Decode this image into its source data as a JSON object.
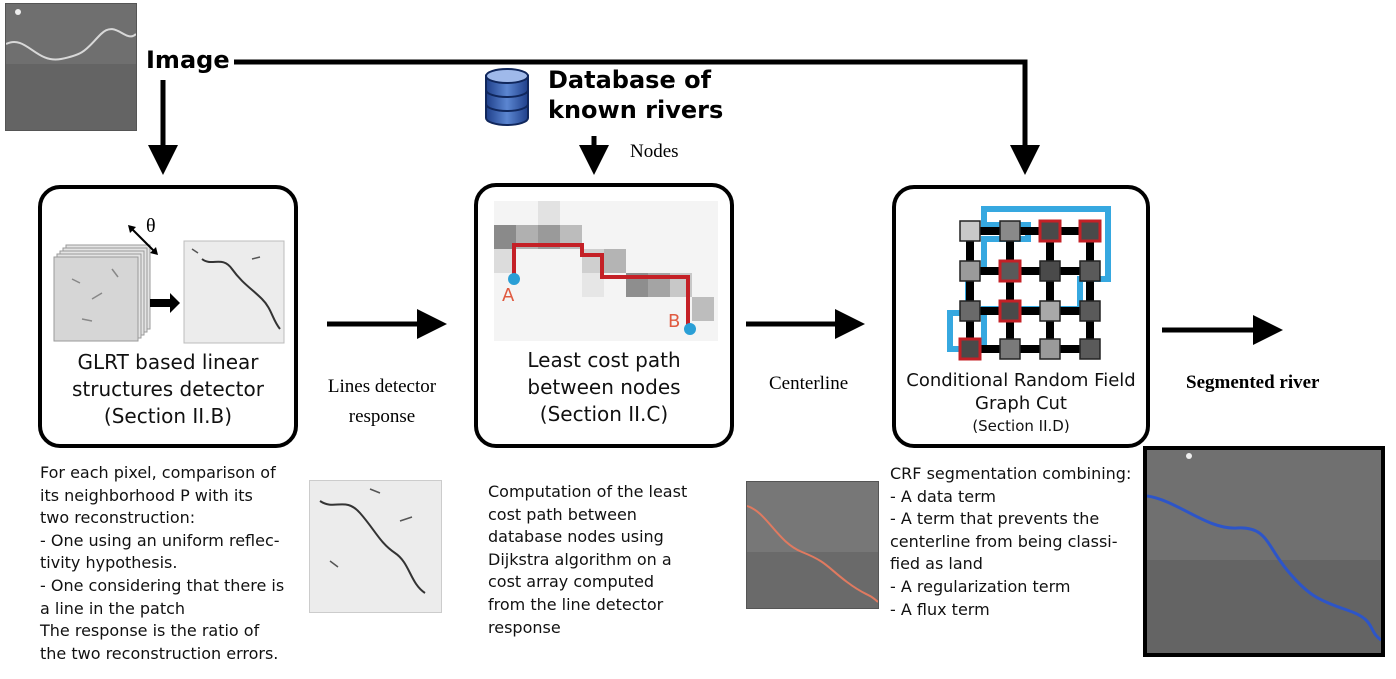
{
  "labels": {
    "image": "Image",
    "database_line1": "Database of",
    "database_line2": "known rivers",
    "nodes": "Nodes",
    "theta": "θ",
    "lines_detector_line1": "Lines detector",
    "lines_detector_line2": "response",
    "centerline": "Centerline",
    "segmented_river": "Segmented river",
    "point_a": "A",
    "point_b": "B"
  },
  "boxes": [
    {
      "title_lines": [
        "GLRT based linear",
        "structures detector",
        "(Section II.B)"
      ]
    },
    {
      "title_lines": [
        "Least cost path",
        "between nodes",
        "(Section II.C)"
      ]
    },
    {
      "title_lines": [
        "Conditional Random Field",
        "Graph Cut",
        "(Section II.D)"
      ]
    }
  ],
  "descriptions": {
    "glrt": [
      "For each pixel, comparison of",
      "its neighborhood P with its",
      "two reconstruction:",
      "- One using an uniform reflec-",
      "tivity hypothesis.",
      "- One considering that there is",
      "a  line in the patch",
      "The response is the ratio of",
      "the two reconstruction errors."
    ],
    "path": [
      "Computation of the least",
      "cost    path    between",
      "database nodes using",
      "Dijkstra algorithm on a",
      "cost   array   computed",
      "from the line detector",
      "response"
    ],
    "crf": [
      "CRF segmentation combining:",
      "- A data term",
      "- A term that prevents the",
      "centerline from being classi-",
      "fied as land",
      "- A regularization term",
      "- A flux term"
    ]
  },
  "colors": {
    "path_red": "#c42026",
    "node_blue": "#2a9fd6",
    "river_blue": "#2d55c8",
    "centerline_orange": "#e07a60",
    "label_orange": "#e05a40",
    "cut_blue": "#36a8e0"
  }
}
